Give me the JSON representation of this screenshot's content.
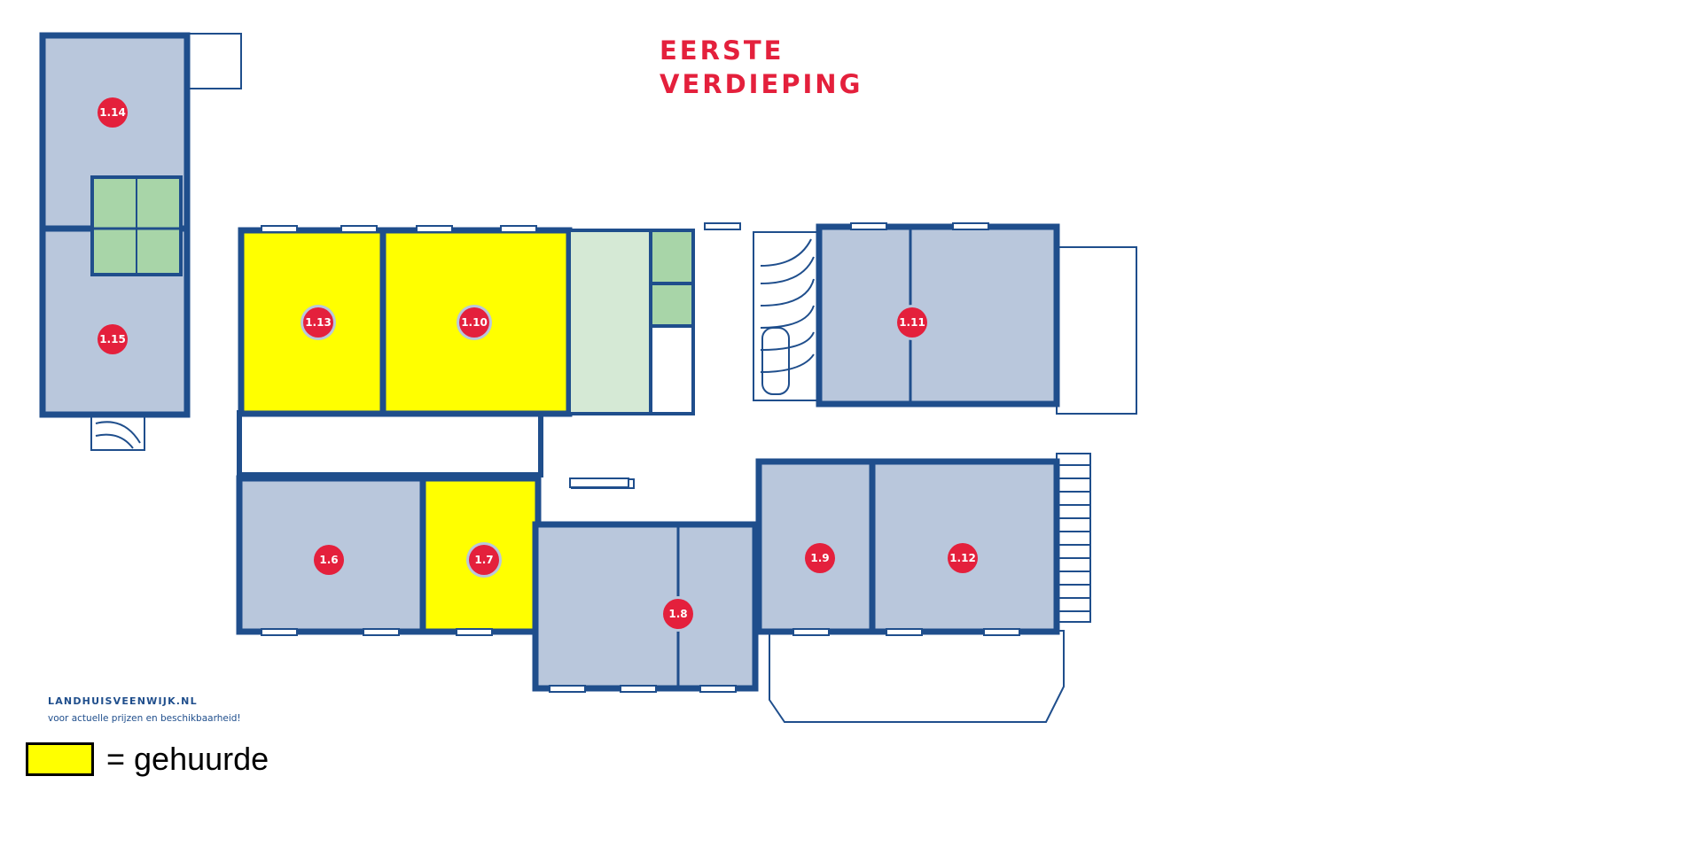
{
  "heading": {
    "line1": "EERSTE",
    "line2": "VERDIEPING"
  },
  "website": "LANDHUISVEENWIJK.NL",
  "website_note": "voor actuelle prijzen en beschikbaarheid!",
  "legend": {
    "text": "= gehuurde"
  },
  "colors": {
    "rented": "#ffff00",
    "available": "#b9c7dc",
    "sanitary": "#a8d5a8",
    "pantry": "#d5e9d5",
    "wall": "#1f4e8c",
    "room_marker": "#e4203c",
    "heading": "#e4203c"
  },
  "rooms": [
    {
      "id": "1.14",
      "status": "available"
    },
    {
      "id": "1.15",
      "status": "available"
    },
    {
      "id": "1.13",
      "status": "rented"
    },
    {
      "id": "1.10",
      "status": "rented"
    },
    {
      "id": "1.11",
      "status": "available"
    },
    {
      "id": "1.6",
      "status": "available"
    },
    {
      "id": "1.7",
      "status": "rented"
    },
    {
      "id": "1.8",
      "status": "available"
    },
    {
      "id": "1.9",
      "status": "available"
    },
    {
      "id": "1.12",
      "status": "available"
    }
  ]
}
